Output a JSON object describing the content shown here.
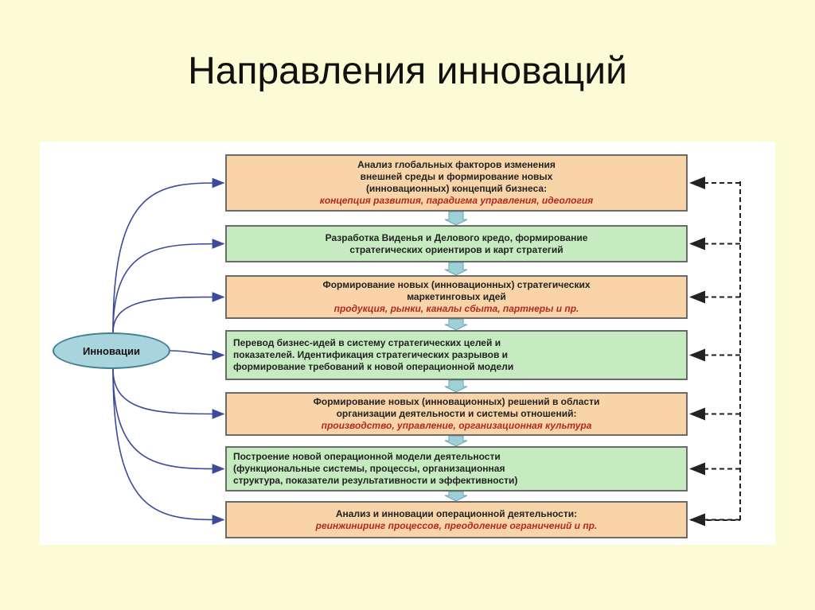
{
  "title": "Направления инноваций",
  "center_node": "Инновации",
  "steps": [
    {
      "lines": [
        "Анализ глобальных факторов изменения",
        "внешней среды и формирование новых",
        "(инновационных) концепций бизнеса:"
      ],
      "sub": "концепция развития, парадигма управления, идеология",
      "color": "peach"
    },
    {
      "lines": [
        "Разработка Виденья и Делового кредо, формирование",
        "стратегических ориентиров и карт стратегий"
      ],
      "sub": "",
      "color": "green"
    },
    {
      "lines": [
        "Формирование новых (инновационных) стратегических",
        "маркетинговых идей"
      ],
      "sub": "продукция, рынки, каналы сбыта, партнеры и пр.",
      "color": "peach"
    },
    {
      "lines": [
        "Перевод бизнес-идей в систему стратегических целей и",
        "показателей. Идентификация стратегических разрывов и",
        "формирование требований к новой операционной модели"
      ],
      "sub": "",
      "color": "green"
    },
    {
      "lines": [
        "Формирование новых (инновационных) решений в области",
        "организации деятельности и системы отношений:"
      ],
      "sub": "производство, управление, организационная культура",
      "color": "peach"
    },
    {
      "lines": [
        "Построение новой операционной модели деятельности",
        "(функциональные системы, процессы, организационная",
        "структура, показатели результативности и эффективности)"
      ],
      "sub": "",
      "color": "green"
    },
    {
      "lines": [
        "Анализ и инновации операционной деятельности:"
      ],
      "sub": "реинжиниринг процессов, преодоление ограничений и пр.",
      "color": "peach"
    }
  ],
  "colors": {
    "background": "#fbfbd6",
    "peach": "#f8d4a8",
    "green": "#c6ebc0",
    "accent_text": "#b5281c",
    "curve": "#3b4a9a",
    "ellipse": "#a8d5dd"
  }
}
